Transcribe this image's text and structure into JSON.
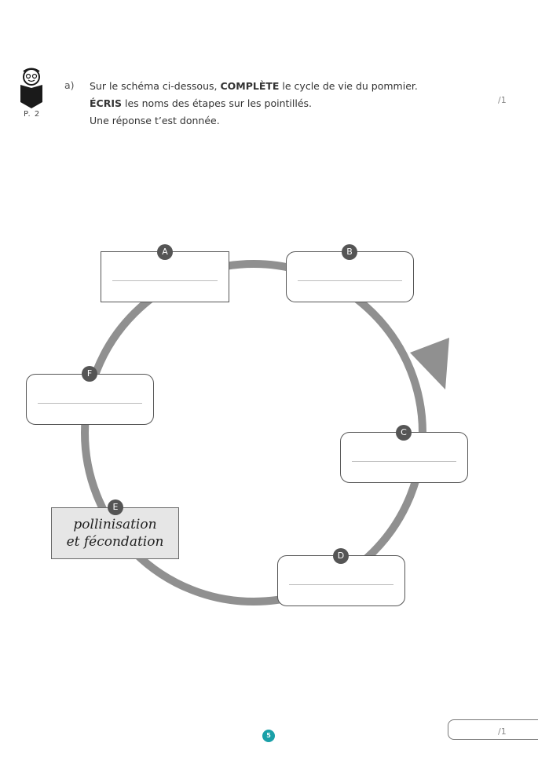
{
  "header": {
    "page_ref": "P. 2",
    "question_letter": "a)",
    "line1_pre": "Sur le schéma ci-dessous, ",
    "line1_bold": "COMPLÈTE",
    "line1_post": " le cycle de vie du pommier.",
    "line2_bold": "ÉCRIS",
    "line2_post": " les noms des étapes sur les pointillés.",
    "line3": "Une réponse t’est donnée.",
    "score": "/1"
  },
  "cycle": {
    "stages": {
      "A": {
        "label": "A",
        "answer": ""
      },
      "B": {
        "label": "B",
        "answer": ""
      },
      "C": {
        "label": "C",
        "answer": ""
      },
      "D": {
        "label": "D",
        "answer": ""
      },
      "E": {
        "label": "E",
        "answer_line1": "pollinisation",
        "answer_line2": "et fécondation"
      },
      "F": {
        "label": "F",
        "answer": ""
      }
    },
    "arrow_color": "#909090"
  },
  "footer": {
    "page_number": "5",
    "page_number_color": "#1aa0a8",
    "score": "/1"
  }
}
